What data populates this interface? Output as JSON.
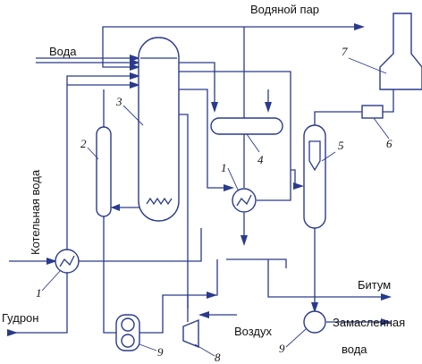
{
  "labels": {
    "water_steam": "Водяной пар",
    "water": "Вода",
    "boiler_water": "Котельная вода",
    "tar": "Гудрон",
    "bitumen": "Битум",
    "air": "Воздух",
    "oily_water_1": "Замасленная",
    "oily_water_2": "вода"
  },
  "numbers": {
    "n1a": "1",
    "n1b": "1",
    "n2": "2",
    "n3": "3",
    "n4": "4",
    "n5": "5",
    "n6": "6",
    "n7": "7",
    "n8": "8",
    "n9a": "9",
    "n9b": "9"
  },
  "colors": {
    "line": "#2a3a8c",
    "text": "#111111",
    "background": "#ffffff"
  }
}
